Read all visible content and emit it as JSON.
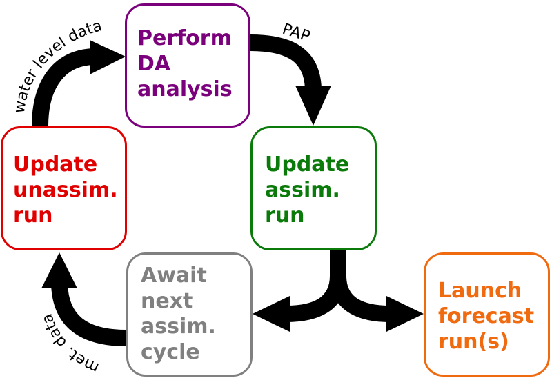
{
  "colors": {
    "perform": "#7b007b",
    "unassim": "#e00000",
    "assim": "#0a7a0a",
    "await": "#808080",
    "launch": "#f06a10",
    "arrow": "#000000"
  },
  "boxes": {
    "perform": {
      "lines": [
        "Perform",
        "DA",
        "analysis"
      ]
    },
    "unassim": {
      "lines": [
        "Update",
        "unassim.",
        "run"
      ]
    },
    "assim": {
      "lines": [
        "Update",
        "assim.",
        "run"
      ]
    },
    "await": {
      "lines": [
        "Await",
        "next",
        "assim.",
        "cycle"
      ]
    },
    "launch": {
      "lines": [
        "Launch",
        "forecast",
        "run(s)"
      ]
    }
  },
  "edges": {
    "water_level": "water level data",
    "pap": "PAP",
    "met": "met. data"
  }
}
